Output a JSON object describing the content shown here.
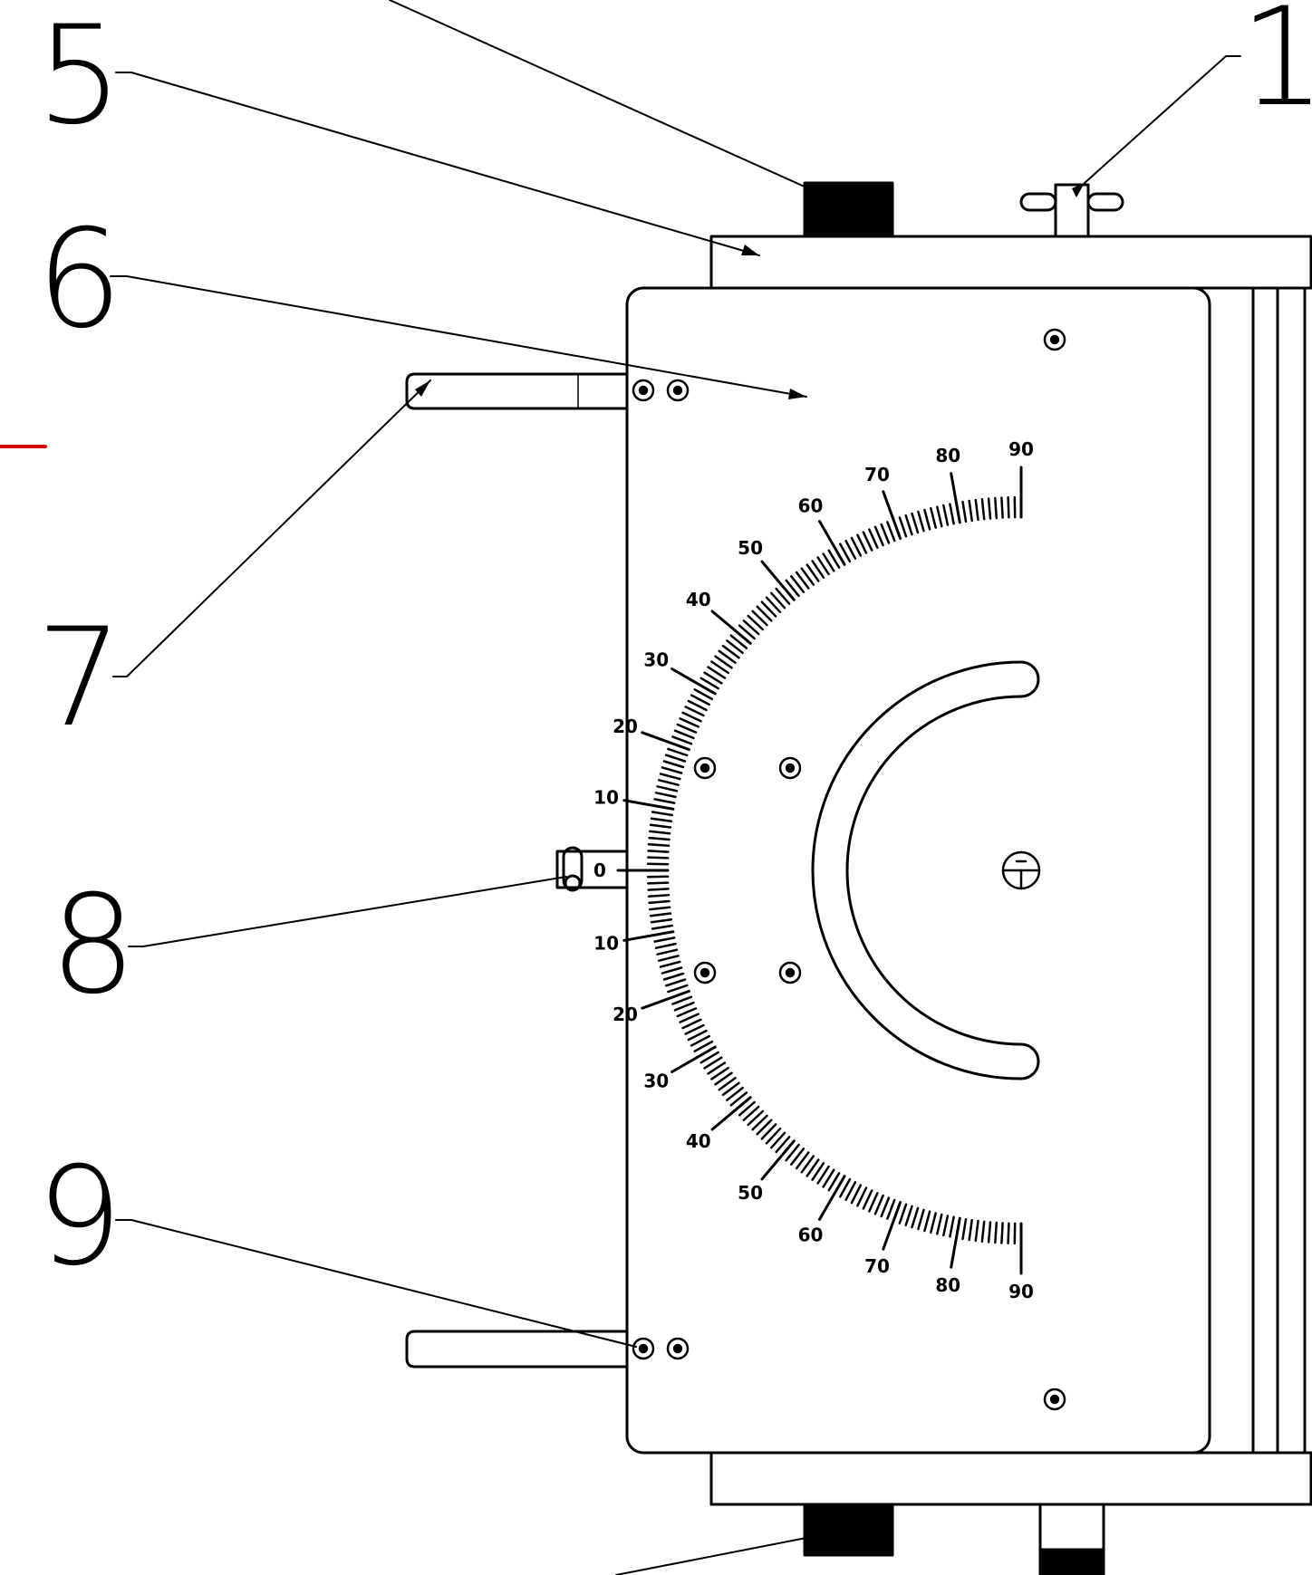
{
  "drawing": {
    "callouts": [
      {
        "id": "callout-5",
        "label": "5"
      },
      {
        "id": "callout-6",
        "label": "6"
      },
      {
        "id": "callout-7",
        "label": "7"
      },
      {
        "id": "callout-8",
        "label": "8"
      },
      {
        "id": "callout-9",
        "label": "9"
      },
      {
        "id": "callout-1",
        "label": "1"
      }
    ],
    "scale": {
      "start_deg": 0,
      "end_deg": 90,
      "major_step_deg": 10,
      "minor_step_deg": 1,
      "tick_labels": [
        "90",
        "80",
        "70",
        "60",
        "50",
        "40",
        "30",
        "20",
        "10",
        "0",
        "10",
        "20",
        "30",
        "40",
        "50",
        "60",
        "70",
        "80",
        "90"
      ]
    },
    "colors": {
      "ink": "#000000",
      "paper": "#ffffff",
      "marker": "#e00000"
    }
  }
}
